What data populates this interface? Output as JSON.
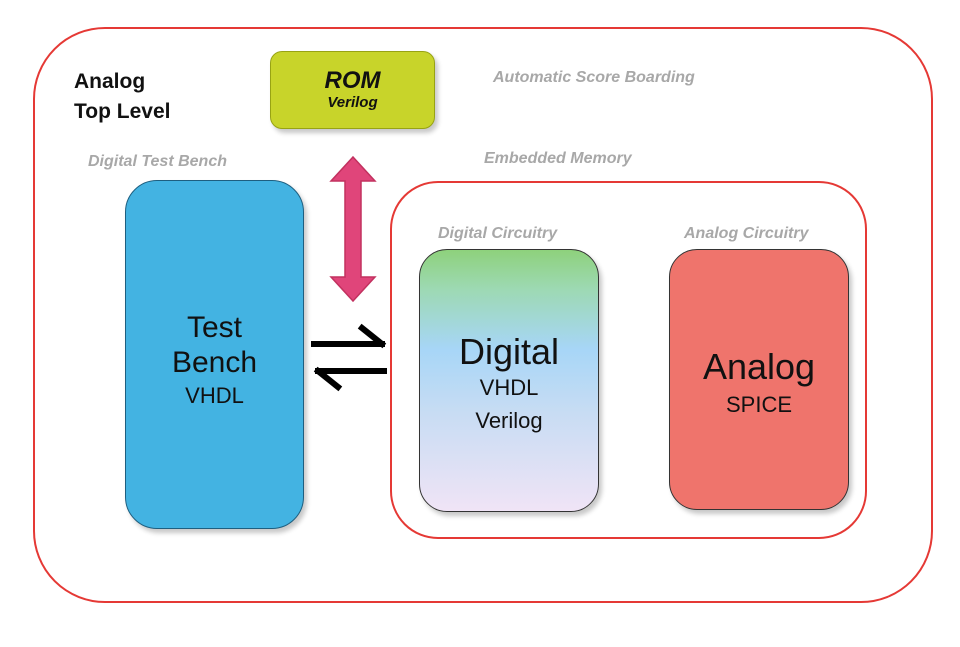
{
  "top_level": {
    "line1": "Analog",
    "line2": "Top Level"
  },
  "rom": {
    "title": "ROM",
    "subtitle": "Verilog"
  },
  "labels": {
    "scoreboarding": "Automatic Score Boarding",
    "digital_test_bench": "Digital Test Bench",
    "embedded_memory": "Embedded Memory",
    "digital_circuitry": "Digital Circuitry",
    "analog_circuitry": "Analog Circuitry"
  },
  "test_bench": {
    "line1": "Test",
    "line2": "Bench",
    "line3": "VHDL"
  },
  "digital": {
    "title": "Digital",
    "line1": "VHDL",
    "line2": "Verilog"
  },
  "analog": {
    "title": "Analog",
    "line1": "SPICE"
  },
  "colors": {
    "frame_red": "#e53935",
    "rom_fill": "#c8d42a",
    "test_bench_fill": "#43b3e2",
    "analog_fill": "#ef746c",
    "arrow_pink": "#e0457a",
    "label_gray": "#a8a8a8"
  }
}
